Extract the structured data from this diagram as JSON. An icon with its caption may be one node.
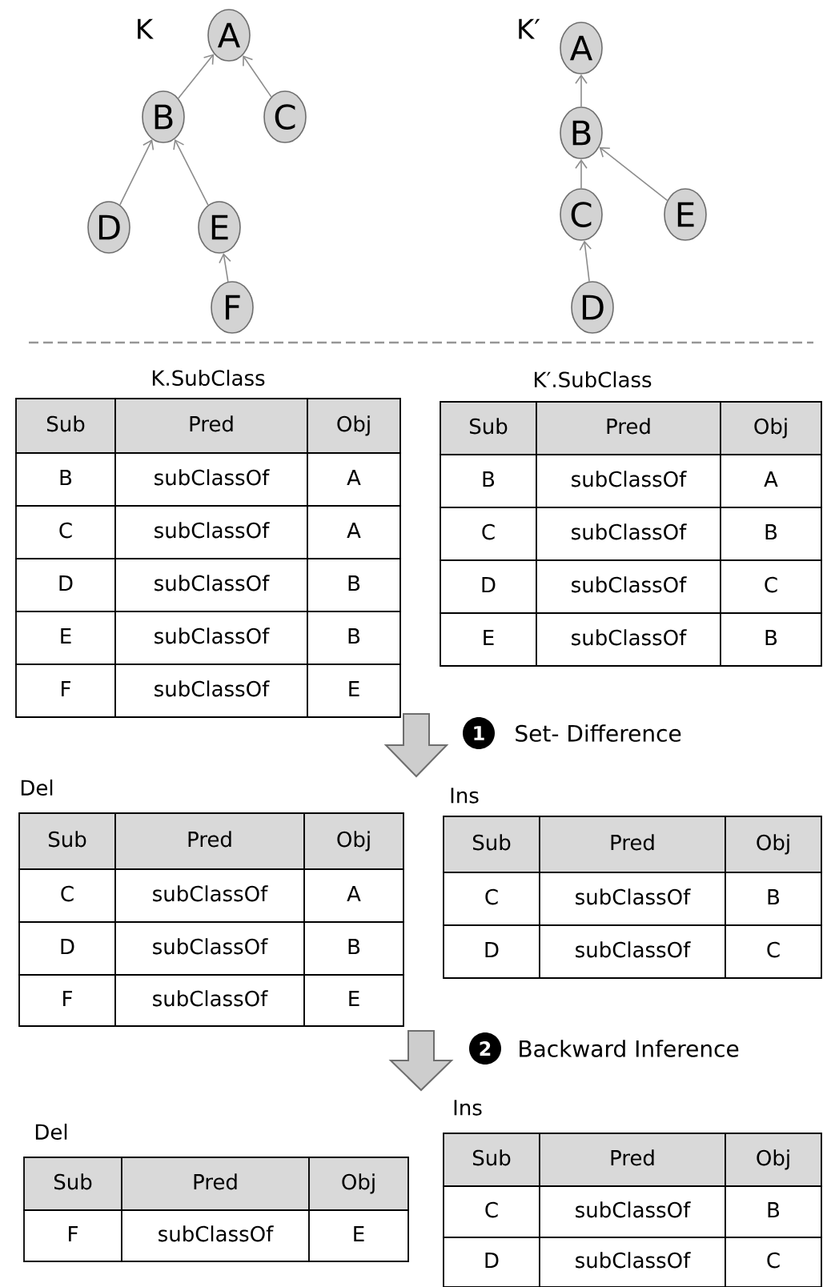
{
  "diagram": {
    "nodes": [
      {
        "text": [
          "A"
        ]
      },
      {
        "text": [
          "B"
        ]
      },
      {
        "text": [
          "C"
        ]
      },
      {
        "text": [
          "D"
        ]
      },
      {
        "text": [
          "E"
        ]
      },
      {
        "text": [
          "F"
        ]
      },
      {
        "text": [
          "A"
        ]
      },
      {
        "text": [
          "B"
        ]
      },
      {
        "text": [
          "C"
        ]
      },
      {
        "text": [
          "E"
        ]
      },
      {
        "text": [
          "D"
        ]
      }
    ],
    "edges": [
      {
        "from": 1,
        "to": 0,
        "arrow": "to"
      },
      {
        "from": 2,
        "to": 0,
        "arrow": "to"
      },
      {
        "from": 3,
        "to": 1,
        "arrow": "to"
      },
      {
        "from": 4,
        "to": 1,
        "arrow": "to"
      },
      {
        "from": 5,
        "to": 4,
        "arrow": "to"
      },
      {
        "from": 7,
        "to": 6,
        "arrow": "to"
      },
      {
        "from": 8,
        "to": 7,
        "arrow": "to"
      },
      {
        "from": 9,
        "to": 7,
        "arrow": "to"
      },
      {
        "from": 10,
        "to": 8,
        "arrow": "to"
      }
    ],
    "labels": [
      "K",
      "K′",
      "K.SubClass",
      "Sub",
      "Pred",
      "Obj",
      "B",
      "subClassOf",
      "A",
      "C",
      "subClassOf",
      "A",
      "D",
      "subClassOf",
      "B",
      "E",
      "subClassOf",
      "B",
      "F",
      "subClassOf",
      "E",
      "K′.SubClass",
      "Sub",
      "Pred",
      "Obj",
      "B",
      "subClassOf",
      "A",
      "C",
      "subClassOf",
      "B",
      "D",
      "subClassOf",
      "C",
      "E",
      "subClassOf",
      "B",
      "1",
      "Set- Difference",
      "Del",
      "Sub",
      "Pred",
      "Obj",
      "C",
      "subClassOf",
      "A",
      "D",
      "subClassOf",
      "B",
      "F",
      "subClassOf",
      "E",
      "Ins",
      "Sub",
      "Pred",
      "Obj",
      "C",
      "subClassOf",
      "B",
      "D",
      "subClassOf",
      "C",
      "2",
      "Backward Inference",
      "Ins",
      "Sub",
      "Pred",
      "Obj",
      "C",
      "subClassOf",
      "B",
      "D",
      "subClassOf",
      "C",
      "Del",
      "Sub",
      "Pred",
      "Obj",
      "F",
      "subClassOf",
      "E"
    ]
  }
}
